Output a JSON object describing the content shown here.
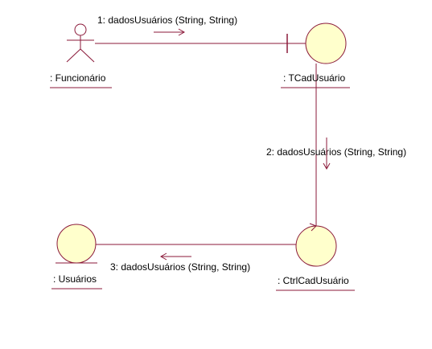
{
  "colors": {
    "line": "#8b1a3a",
    "fill": "#ffffcc",
    "text": "#000000",
    "background": "#ffffff"
  },
  "objects": {
    "funcionario": {
      "label": ": Funcionário",
      "kind": "actor"
    },
    "tcad": {
      "label": ": TCadUsuário",
      "kind": "boundary"
    },
    "ctrl": {
      "label": ": CtrlCadUsuário",
      "kind": "control"
    },
    "usuarios": {
      "label": ": Usuários",
      "kind": "entity"
    }
  },
  "messages": [
    {
      "label": "1: dadosUsuários (String, String)"
    },
    {
      "label": "2: dadosUsuários (String, String)"
    },
    {
      "label": "3: dadosUsuários (String, String)"
    }
  ]
}
